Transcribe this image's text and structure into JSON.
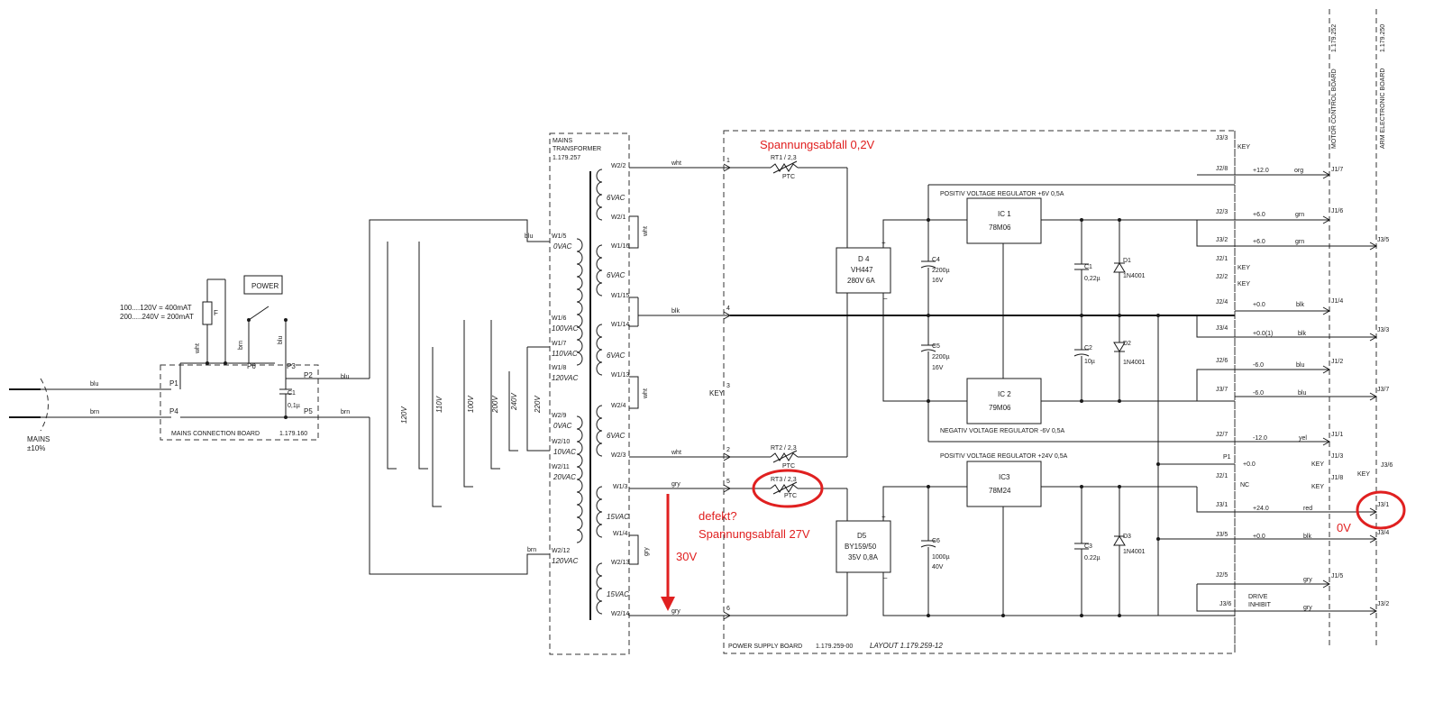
{
  "mains": {
    "label": "MAINS",
    "tolerance": "±10%",
    "wire_top": "blu",
    "wire_bottom": "brn"
  },
  "mains_board": {
    "label": "MAINS CONNECTION BOARD",
    "number": "1.179.160",
    "pins": [
      "P1",
      "P4",
      "P2",
      "P5",
      "P6",
      "P3"
    ],
    "fuse_rating_1": "100....120V = 400mAT",
    "fuse_rating_2": "200.....240V = 200mAT",
    "fuse_label": "F",
    "capacitor": "C1",
    "capacitor_value": "0,1µ",
    "power_switch": "POWER",
    "wires": {
      "wht": "wht",
      "brn": "brn",
      "blu": "blu"
    }
  },
  "primary_wires": {
    "top": "blu",
    "bottom": "brn"
  },
  "voltage_selector": [
    "120V",
    "110V",
    "100V",
    "200V",
    "240V",
    "220V"
  ],
  "transformer": {
    "title": "MAINS",
    "title2": "TRANSFORMER",
    "number": "1.179.257",
    "primary_taps": [
      {
        "pin": "W1/5",
        "volt": "0VAC"
      },
      {
        "pin": "W1/6",
        "volt": "100VAC"
      },
      {
        "pin": "W1/7",
        "volt": "110VAC"
      },
      {
        "pin": "W1/8",
        "volt": "120VAC"
      },
      {
        "pin": "W2/9",
        "volt": "0VAC"
      },
      {
        "pin": "W2/10",
        "volt": "10VAC"
      },
      {
        "pin": "W2/11",
        "volt": "20VAC"
      },
      {
        "pin": "W2/12",
        "volt": "120VAC"
      }
    ],
    "secondary_taps": [
      "W2/2",
      "W2/1",
      "W1/16",
      "W1/15",
      "W1/14",
      "W1/13",
      "W2/4",
      "W2/3",
      "W1/3",
      "W1/4",
      "W2/13",
      "W2/14"
    ],
    "secondary_volts": [
      "6VAC",
      "6VAC",
      "6VAC",
      "6VAC",
      "15VAC",
      "15VAC"
    ],
    "jumper_colors": [
      "wht",
      "wht",
      "gry"
    ]
  },
  "connector_wires": [
    "wht",
    "blk",
    "wht",
    "gry",
    "gry"
  ],
  "connector_pins": [
    "1",
    "4",
    "KEY",
    "3",
    "2",
    "5",
    "6"
  ],
  "power_board": {
    "label": "POWER SUPPLY BOARD",
    "number": "1.179.259-00",
    "layout": "LAYOUT 1.179.259-12",
    "ptc": [
      {
        "name": "RT1 / 2,3",
        "type": "PTC"
      },
      {
        "name": "RT2 / 2,3",
        "type": "PTC"
      },
      {
        "name": "RT3 / 2,3",
        "type": "PTC"
      }
    ],
    "bridges": [
      {
        "name": "D 4",
        "part": "VH447",
        "rating": "280V 6A"
      },
      {
        "name": "D5",
        "part": "BY159/50",
        "rating": "35V 0,8A"
      }
    ],
    "regulators": [
      {
        "title": "POSITIV VOLTAGE REGULATOR +6V 0,5A",
        "name": "IC 1",
        "part": "78M06"
      },
      {
        "title": "NEGATIV VOLTAGE REGULATOR -6V 0,5A",
        "name": "IC 2",
        "part": "79M06"
      },
      {
        "title": "POSITIV VOLTAGE REGULATOR +24V 0,5A",
        "name": "IC3",
        "part": "78M24"
      }
    ],
    "capacitors": [
      {
        "name": "C4",
        "value": "2200µ",
        "voltage": "16V"
      },
      {
        "name": "C5",
        "value": "2200µ",
        "voltage": "16V"
      },
      {
        "name": "C6",
        "value": "1000µ",
        "voltage": "40V"
      },
      {
        "name": "C1",
        "value": "0,22µ"
      },
      {
        "name": "C2",
        "value": "10µ"
      },
      {
        "name": "C3",
        "value": "0.22µ"
      }
    ],
    "diodes": [
      {
        "name": "D1",
        "part": "1N4001"
      },
      {
        "name": "D2",
        "part": "1N4001"
      },
      {
        "name": "D3",
        "part": "1N4001"
      }
    ]
  },
  "outputs": [
    {
      "pin": "J3/3",
      "volt": "",
      "color": "",
      "target": "KEY"
    },
    {
      "pin": "J2/8",
      "volt": "+12.0",
      "color": "org",
      "target": "J1/7"
    },
    {
      "pin": "J2/3",
      "volt": "+6.0",
      "color": "grn",
      "target": "J1/6"
    },
    {
      "pin": "J3/2",
      "volt": "+6.0",
      "color": "grn",
      "target": "J3/5"
    },
    {
      "pin": "J2/1",
      "volt": "",
      "color": "",
      "target": "KEY"
    },
    {
      "pin": "J2/2",
      "volt": "",
      "color": "",
      "target": "KEY"
    },
    {
      "pin": "J2/4",
      "volt": "+0.0",
      "color": "blk",
      "target": "J1/4"
    },
    {
      "pin": "J3/4",
      "volt": "+0.0(1)",
      "color": "blk",
      "target": "J3/3"
    },
    {
      "pin": "J2/6",
      "volt": "-6.0",
      "color": "blu",
      "target": "J1/2"
    },
    {
      "pin": "J3/7",
      "volt": "-6.0",
      "color": "blu",
      "target": "J3/7"
    },
    {
      "pin": "J2/7",
      "volt": "-12.0",
      "color": "yel",
      "target": "J1/1"
    },
    {
      "pin": "P1",
      "volt": "+0.0",
      "color": "",
      "target": "KEY"
    },
    {
      "pin": "J2/1",
      "volt": "NC",
      "color": "",
      "target": "KEY"
    },
    {
      "pin": "J3/1",
      "volt": "+24.0",
      "color": "red",
      "target": "J3/1"
    },
    {
      "pin": "J3/5",
      "volt": "+0.0",
      "color": "blk",
      "target": "J3/4"
    },
    {
      "pin": "J2/5",
      "volt": "",
      "color": "gry",
      "target": "J1/5"
    },
    {
      "pin": "J3/6",
      "volt": "",
      "color": "gry",
      "target": "J3/2"
    }
  ],
  "board_extra": {
    "j1_3": "J1/3",
    "j1_8": "J1/8",
    "j3_6": "J3/6",
    "key": "KEY",
    "drive": "DRIVE",
    "inhibit": "INHIBIT"
  },
  "side_boards": {
    "motor_label": "MOTOR CONTROL BOARD",
    "motor_number": "1.179.252",
    "arm_label": "ARM ELECTRONIC BOARD",
    "arm_number": "1.179.250"
  },
  "annotations": {
    "drop_top": "Spannungsabfall 0,2V",
    "defect_1": "defekt?",
    "defect_2": "Spannungsabfall 27V",
    "v30": "30V",
    "v0": "0V"
  },
  "colors": {
    "annotation": "#e02020",
    "ink": "#1a1a1a"
  }
}
